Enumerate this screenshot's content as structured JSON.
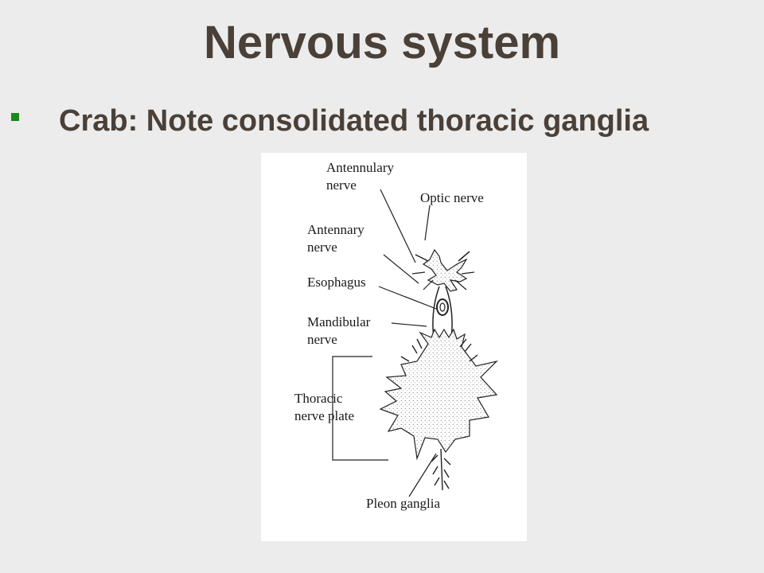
{
  "slide": {
    "title": "Nervous system",
    "bullet_text": "Crab: Note consolidated thoracic ganglia"
  },
  "colors": {
    "background": "#ececec",
    "text": "#4a4038",
    "bullet": "#1a8a1a"
  },
  "diagram": {
    "labels": {
      "antennulary_line1": "Antennulary",
      "antennulary_line2": "nerve",
      "optic": "Optic nerve",
      "antennary_line1": "Antennary",
      "antennary_line2": "nerve",
      "esophagus": "Esophagus",
      "mandibular_line1": "Mandibular",
      "mandibular_line2": "nerve",
      "thoracic_line1": "Thoracic",
      "thoracic_line2": "nerve plate",
      "pleon": "Pleon ganglia"
    }
  }
}
